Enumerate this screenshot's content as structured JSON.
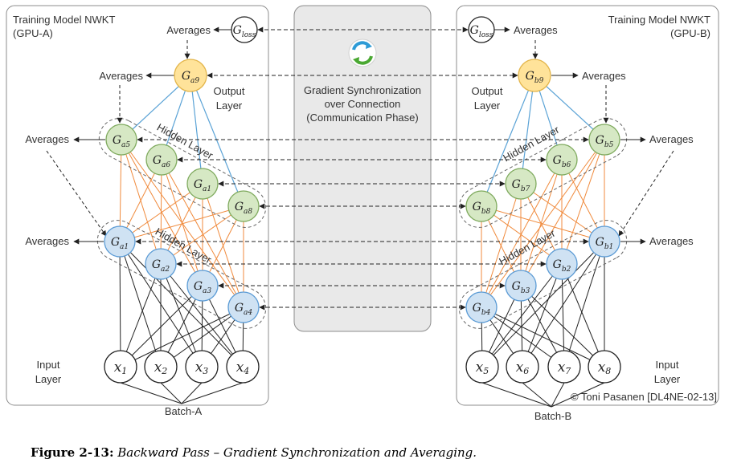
{
  "gpu_a": {
    "title": "Training Model NWKT",
    "subtitle": "(GPU-A)"
  },
  "gpu_b": {
    "title": "Training Model NWKT",
    "subtitle": "(GPU-B)"
  },
  "center": {
    "line1": "Gradient Synchronization",
    "line2": "over Connection",
    "line3": "(Communication Phase)"
  },
  "averages": "Averages",
  "layers": {
    "output": [
      "Output",
      "Layer"
    ],
    "hidden": "Hidden Layer",
    "input": [
      "Input",
      "Layer"
    ]
  },
  "batch_a": "Batch-A",
  "batch_b": "Batch-B",
  "copyright": "© Toni Pasanen [DL4NE-02-13]",
  "caption": {
    "bold": "Figure 2-13:",
    "italic": "Backward Pass – Gradient Synchronization and Averaging."
  },
  "nodes": {
    "a_loss": {
      "main": "G",
      "sub": "loss"
    },
    "b_loss": {
      "main": "G",
      "sub": "loss"
    },
    "a9": {
      "main": "G",
      "sub": "a9"
    },
    "b9": {
      "main": "G",
      "sub": "b9"
    },
    "a5": {
      "main": "G",
      "sub": "a5"
    },
    "a6": {
      "main": "G",
      "sub": "a6"
    },
    "a7": {
      "main": "G",
      "sub": "a1"
    },
    "a8": {
      "main": "G",
      "sub": "a8"
    },
    "a1": {
      "main": "G",
      "sub": "a1"
    },
    "a2": {
      "main": "G",
      "sub": "a2"
    },
    "a3": {
      "main": "G",
      "sub": "a3"
    },
    "a4": {
      "main": "G",
      "sub": "a4"
    },
    "b5": {
      "main": "G",
      "sub": "b5"
    },
    "b6": {
      "main": "G",
      "sub": "b6"
    },
    "b7": {
      "main": "G",
      "sub": "b7"
    },
    "b8": {
      "main": "G",
      "sub": "b8"
    },
    "b1": {
      "main": "G",
      "sub": "b1"
    },
    "b2": {
      "main": "G",
      "sub": "b2"
    },
    "b3": {
      "main": "G",
      "sub": "b3"
    },
    "b4": {
      "main": "G",
      "sub": "b4"
    },
    "x1": {
      "main": "x",
      "sub": "1"
    },
    "x2": {
      "main": "x",
      "sub": "2"
    },
    "x3": {
      "main": "x",
      "sub": "3"
    },
    "x4": {
      "main": "x",
      "sub": "4"
    },
    "x5": {
      "main": "x",
      "sub": "5"
    },
    "x6": {
      "main": "x",
      "sub": "6"
    },
    "x7": {
      "main": "x",
      "sub": "7"
    },
    "x8": {
      "main": "x",
      "sub": "8"
    }
  },
  "colors": {
    "output_fill": "#ffe39a",
    "output_stroke": "#e3b54a",
    "hidden2_fill": "#d6e8c4",
    "hidden2_stroke": "#7faa5e",
    "hidden1_fill": "#cfe2f3",
    "hidden1_stroke": "#5b9bd5",
    "blue_edge": "#5ba3d6",
    "orange_edge": "#f08a3c",
    "panel_bg": "#e9e9e9",
    "box_stroke": "#8c8c8c"
  }
}
